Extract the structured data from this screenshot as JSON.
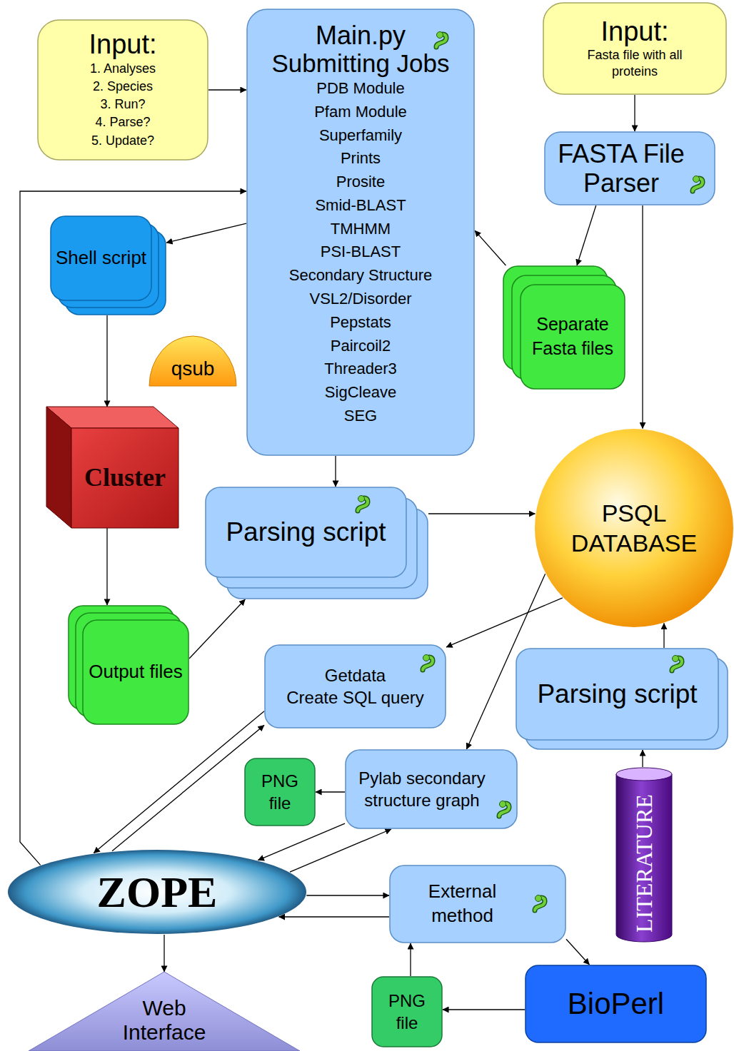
{
  "diagram": {
    "nodes": [
      {
        "text": [
          "Input:",
          "1. Analyses",
          "2. Species",
          "3. Run?",
          "4. Parse?",
          "5. Update?"
        ]
      },
      {
        "text": [
          "Main.py",
          "Submitting Jobs",
          "PDB Module",
          "Pfam Module",
          "Superfamily",
          "Prints",
          "Prosite",
          "Smid-BLAST",
          "TMHMM",
          "PSI-BLAST",
          "Secondary Structure",
          "VSL2/Disorder",
          "Pepstats",
          "Paircoil2",
          "Threader3",
          "SigCleave",
          "SEG"
        ]
      },
      {
        "text": [
          "Input:",
          "Fasta file with all proteins"
        ]
      },
      {
        "text": [
          "FASTA File Parser"
        ]
      },
      {
        "text": [
          "Shell script"
        ]
      },
      {
        "text": [
          "qsub"
        ]
      },
      {
        "text": [
          "Separate Fasta files"
        ]
      },
      {
        "text": [
          "Cluster"
        ]
      },
      {
        "text": [
          "Parsing script"
        ]
      },
      {
        "text": [
          "PSQL DATABASE"
        ]
      },
      {
        "text": [
          "Output files"
        ]
      },
      {
        "text": [
          "Getdata",
          "Create SQL query"
        ]
      },
      {
        "text": [
          "Parsing script"
        ]
      },
      {
        "text": [
          "PNG file"
        ]
      },
      {
        "text": [
          "Pylab secondary structure graph"
        ]
      },
      {
        "text": [
          "LITERATURE"
        ]
      },
      {
        "text": [
          "ZOPE"
        ]
      },
      {
        "text": [
          "External method"
        ]
      },
      {
        "text": [
          "PNG file"
        ]
      },
      {
        "text": [
          "BioPerl"
        ]
      },
      {
        "text": [
          "Web Interface"
        ]
      }
    ],
    "edges": [
      {
        "from": 0,
        "to": 1,
        "arrow": "to"
      },
      {
        "from": 2,
        "to": 3,
        "arrow": "to"
      },
      {
        "from": 3,
        "to": 6,
        "arrow": "to"
      },
      {
        "from": 6,
        "to": 1,
        "arrow": "to"
      },
      {
        "from": 3,
        "to": 9,
        "arrow": "to"
      },
      {
        "from": 1,
        "to": 4,
        "arrow": "to"
      },
      {
        "from": 4,
        "to": 7,
        "arrow": "to"
      },
      {
        "from": 7,
        "to": 10,
        "arrow": "to"
      },
      {
        "from": 10,
        "to": 8,
        "arrow": "to"
      },
      {
        "from": 1,
        "to": 8,
        "arrow": "to"
      },
      {
        "from": 8,
        "to": 9,
        "arrow": "to"
      },
      {
        "from": 9,
        "to": 11,
        "arrow": "to"
      },
      {
        "from": 9,
        "to": 14,
        "arrow": "to"
      },
      {
        "from": 12,
        "to": 9,
        "arrow": "to"
      },
      {
        "from": 15,
        "to": 12,
        "arrow": "to"
      },
      {
        "from": 11,
        "to": 16,
        "arrow": "to"
      },
      {
        "from": 16,
        "to": 11,
        "arrow": "to"
      },
      {
        "from": 14,
        "to": 13,
        "arrow": "to"
      },
      {
        "from": 14,
        "to": 16,
        "arrow": "to"
      },
      {
        "from": 16,
        "to": 14,
        "arrow": "to"
      },
      {
        "from": 16,
        "to": 17,
        "arrow": "to"
      },
      {
        "from": 17,
        "to": 16,
        "arrow": "to"
      },
      {
        "from": 17,
        "to": 19,
        "arrow": "to"
      },
      {
        "from": 19,
        "to": 18,
        "arrow": "to"
      },
      {
        "from": 18,
        "to": 17,
        "arrow": "to"
      },
      {
        "from": 16,
        "to": 20,
        "arrow": "to"
      },
      {
        "from": 16,
        "to": 1,
        "arrow": "to"
      }
    ]
  }
}
